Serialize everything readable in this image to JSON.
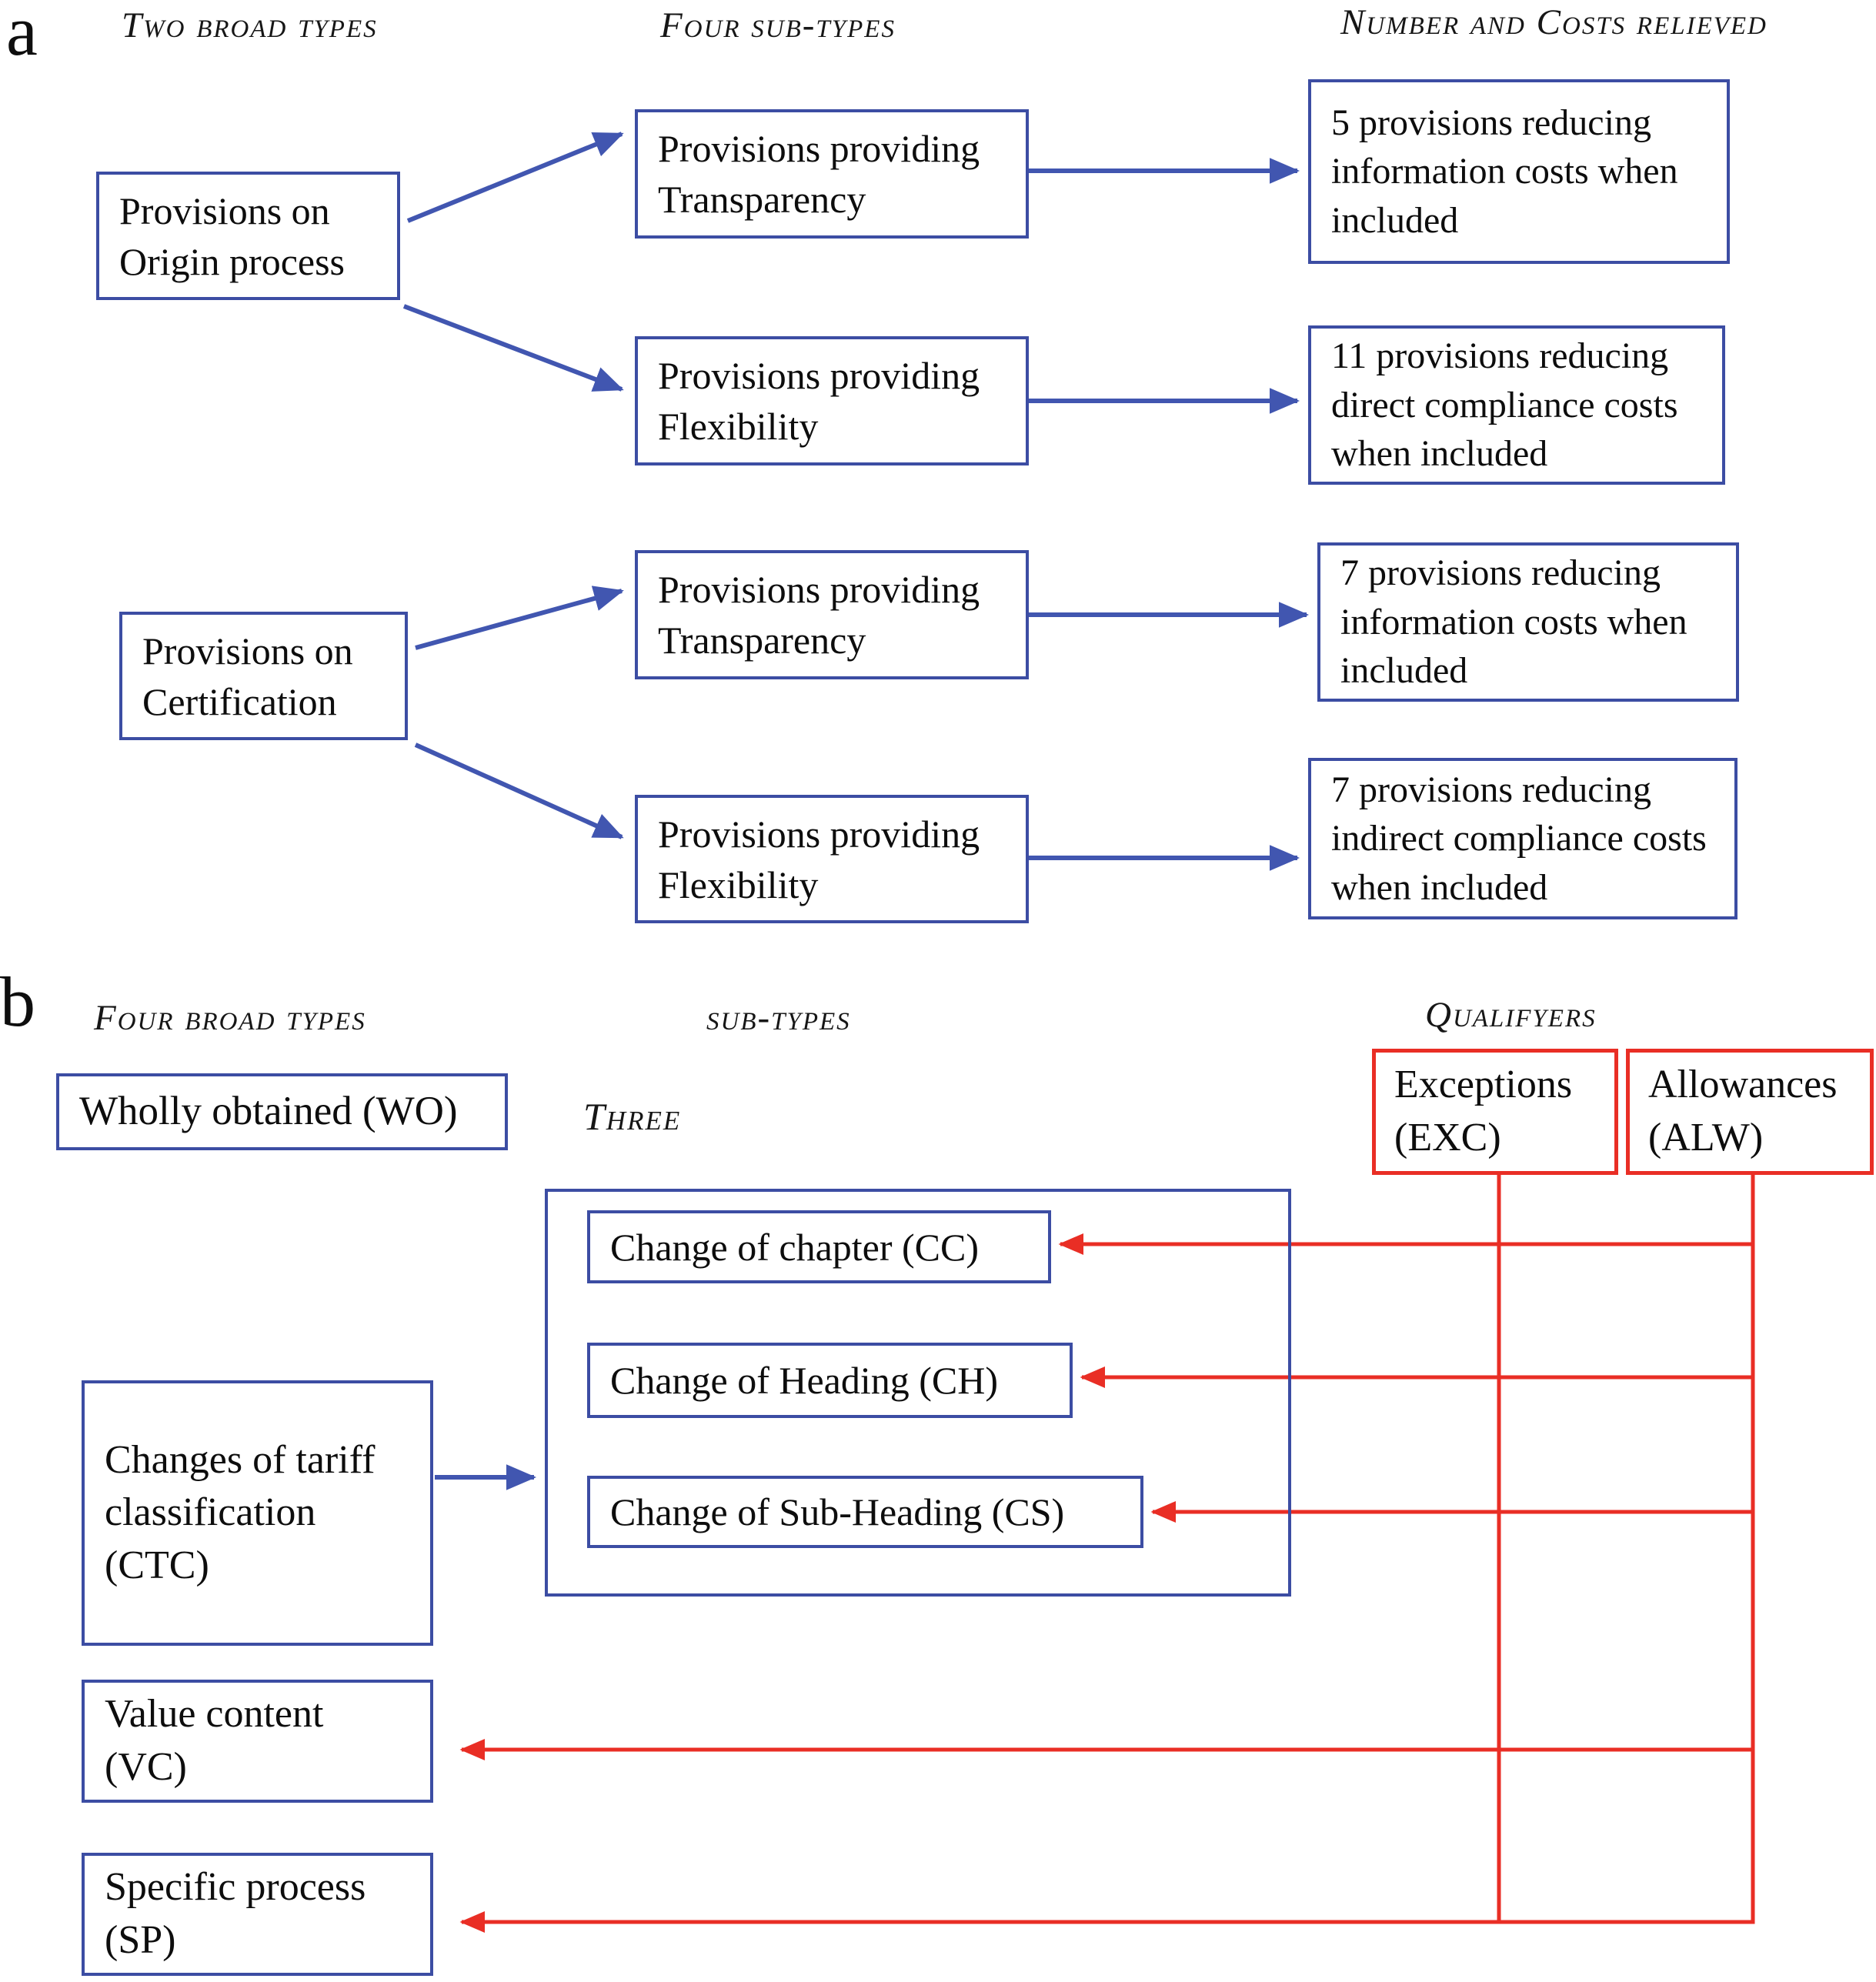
{
  "accent": {
    "blue": "#3c4da3",
    "blue_arrow": "#4156b0",
    "red": "#e92e25",
    "ink": "#121212",
    "bg": "#ffffff"
  },
  "panel_a": {
    "label": "a",
    "headers": {
      "col1": "Two broad types",
      "col2": "Four sub-types",
      "col3": "Number and Costs relieved"
    },
    "broad_types": [
      "Provisions on Origin process",
      "Provisions on Certification"
    ],
    "sub_types": [
      "Provisions providing Transparency",
      "Provisions providing Flexibility",
      "Provisions providing Transparency",
      "Provisions providing Flexibility"
    ],
    "outcomes": [
      "5 provisions reducing information costs when included",
      "11 provisions reducing direct compliance costs when included",
      "7 provisions reducing information costs when included",
      "7 provisions reducing indirect compliance costs when included"
    ]
  },
  "panel_b": {
    "label": "b",
    "headers": {
      "col1": "Four broad types",
      "col2": "sub-types",
      "col3": "Qualifyers"
    },
    "wholly_obtained": "Wholly obtained (WO)",
    "three_label": "Three",
    "ctc": "Changes of tariff classification (CTC)",
    "ctc_subtypes": [
      "Change of chapter (CC)",
      "Change of Heading (CH)",
      "Change of Sub-Heading (CS)"
    ],
    "value_content": "Value content (VC)",
    "specific_process": "Specific process (SP)",
    "qualifiers": [
      "Exceptions (EXC)",
      "Allowances (ALW)"
    ]
  }
}
